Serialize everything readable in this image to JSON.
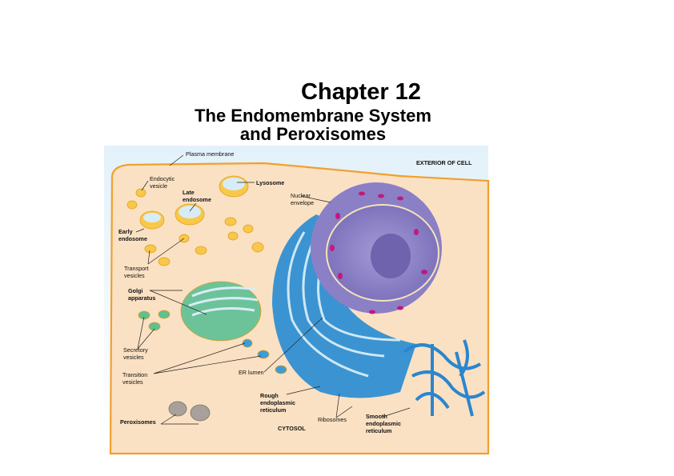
{
  "slide": {
    "chapter": "Chapter 12",
    "title_line1": "The Endomembrane System",
    "title_line2": "and Peroxisomes"
  },
  "diagram": {
    "labels": {
      "plasma_membrane": "Plasma membrane",
      "exterior": "EXTERIOR OF CELL",
      "endocytic_1": "Endocytic",
      "endocytic_2": "vesicle",
      "lysosome": "Lysosome",
      "late_1": "Late",
      "late_2": "endosome",
      "nuclear_1": "Nuclear",
      "nuclear_2": "envelope",
      "early_1": "Early",
      "early_2": "endosome",
      "transport_1": "Transport",
      "transport_2": "vesicles",
      "golgi_1": "Golgi",
      "golgi_2": "apparatus",
      "secretory_1": "Secretory",
      "secretory_2": "vesicles",
      "transition_1": "Transition",
      "transition_2": "vesicles",
      "er_lumen": "ER lumen",
      "rough_1": "Rough",
      "rough_2": "endoplasmic",
      "rough_3": "reticulum",
      "ribosomes": "Ribosomes",
      "smooth_1": "Smooth",
      "smooth_2": "endoplasmic",
      "smooth_3": "reticulum",
      "cytosol": "CYTOSOL",
      "peroxisomes": "Peroxisomes"
    }
  }
}
